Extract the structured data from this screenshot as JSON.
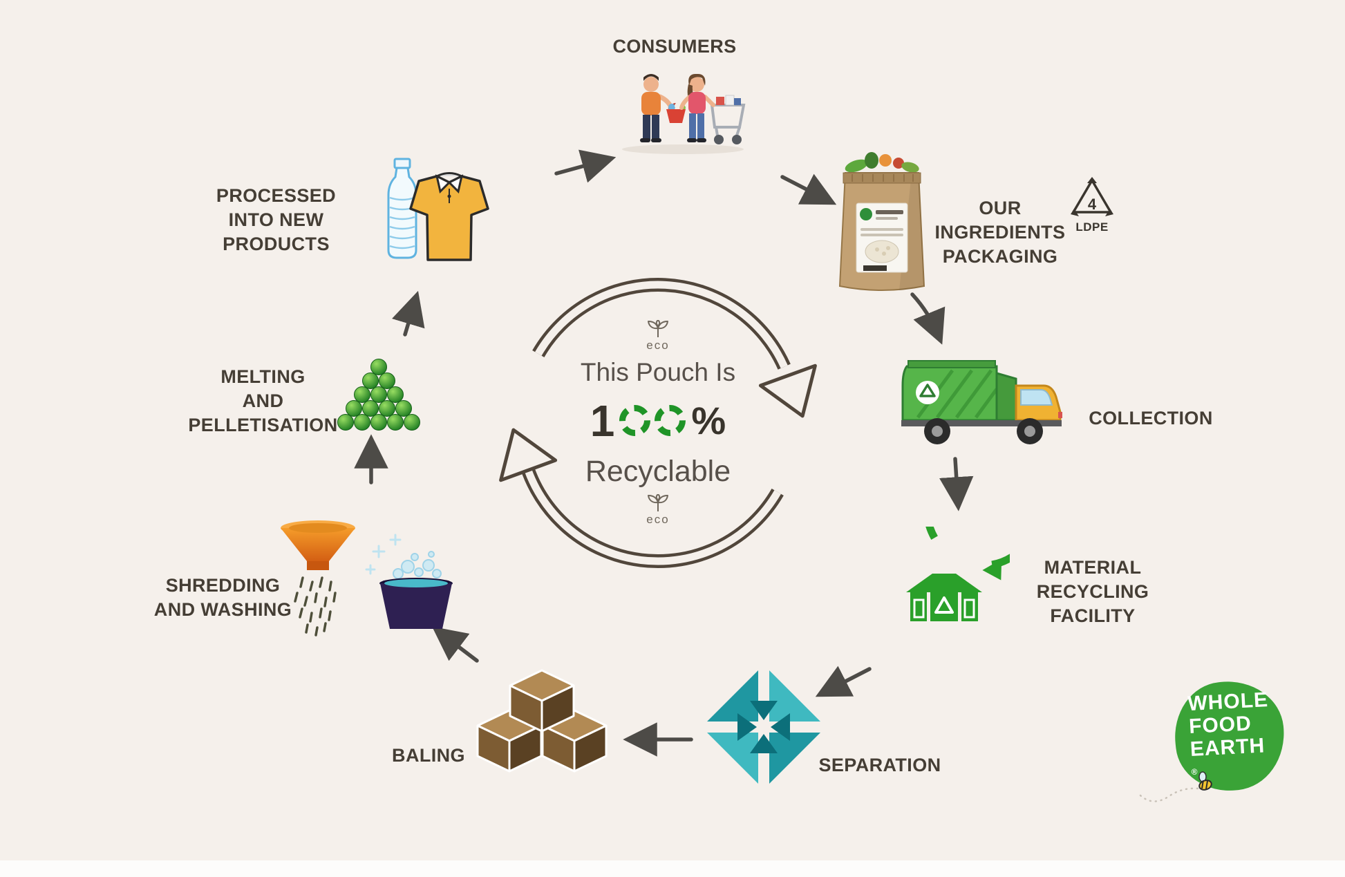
{
  "colors": {
    "background": "#f5f0eb",
    "accent_green": "#2aa02a",
    "cycle_brown": "#51463b",
    "label_text": "#453e35",
    "logo_green": "#3aa337",
    "separation_teal": "#3fb9c0"
  },
  "center": {
    "eco_top": "eco",
    "line1": "This Pouch Is",
    "digit": "1",
    "percent": "%",
    "line2": "Recyclable"
  },
  "steps": {
    "consumers": {
      "lines": [
        "CONSUMERS"
      ],
      "icon": "shoppers-icon"
    },
    "packaging": {
      "lines": [
        "OUR INGREDIENTS",
        "PACKAGING"
      ],
      "icon": "pouch-icon"
    },
    "ldpe": {
      "number": "4",
      "code": "LDPE",
      "icon": "recycle-triangle-icon"
    },
    "collection": {
      "lines": [
        "COLLECTION"
      ],
      "icon": "garbage-truck-icon"
    },
    "mrf": {
      "lines": [
        "MATERIAL",
        "RECYCLING",
        "FACILITY"
      ],
      "icon": "recycling-facility-icon"
    },
    "separation": {
      "lines": [
        "SEPARATION"
      ],
      "icon": "separation-arrows-icon"
    },
    "baling": {
      "lines": [
        "BALING"
      ],
      "icon": "bales-icon"
    },
    "shredding": {
      "lines": [
        "SHREDDING",
        "AND WASHING"
      ],
      "icon": "shredder-and-wash-icon"
    },
    "melting": {
      "lines": [
        "MELTING",
        "AND",
        "PELLETISATION"
      ],
      "icon": "pellets-icon"
    },
    "products": {
      "lines": [
        "PROCESSED",
        "INTO NEW PRODUCTS"
      ],
      "icon": "bottle-and-shirt-icon"
    }
  },
  "logo": {
    "line1": "WHOLE",
    "line2": "FOOD",
    "line3": "EARTH",
    "registered": "®"
  }
}
